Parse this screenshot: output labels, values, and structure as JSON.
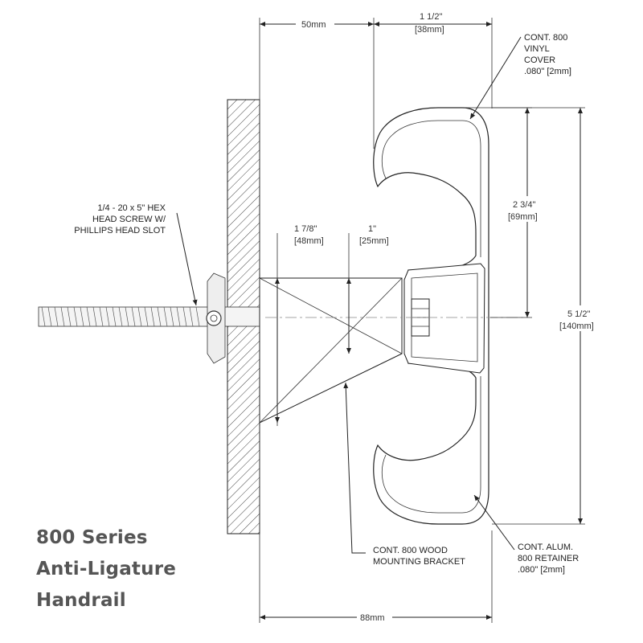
{
  "title": {
    "line1": "800 Series",
    "line2": "Anti-Ligature",
    "line3": "Handrail"
  },
  "dimensions": {
    "top_standoff": "50mm",
    "top_width_in": "1 1/2\"",
    "top_width_mm": "[38mm]",
    "bracket_height_in": "1 7/8\"",
    "bracket_height_mm": "[48mm]",
    "bracket_inner_in": "1\"",
    "bracket_inner_mm": "[25mm]",
    "inner_height_in": "2 3/4\"",
    "inner_height_mm": "[69mm]",
    "overall_height_in": "5 1/2\"",
    "overall_height_mm": "[140mm]",
    "overall_depth": "88mm"
  },
  "callouts": {
    "vinyl_cover": [
      "CONT. 800",
      "VINYL",
      "COVER",
      ".080\" [2mm]"
    ],
    "screw": [
      "1/4 - 20 x 5\" HEX",
      "HEAD SCREW W/",
      "PHILLIPS HEAD SLOT"
    ],
    "wood_bracket": [
      "CONT. 800 WOOD",
      "MOUNTING BRACKET"
    ],
    "retainer": [
      "CONT. ALUM.",
      "800 RETAINER",
      ".080\" [2mm]"
    ]
  },
  "colors": {
    "line": "#222222",
    "title": "#555555",
    "hatch": "#444444"
  }
}
